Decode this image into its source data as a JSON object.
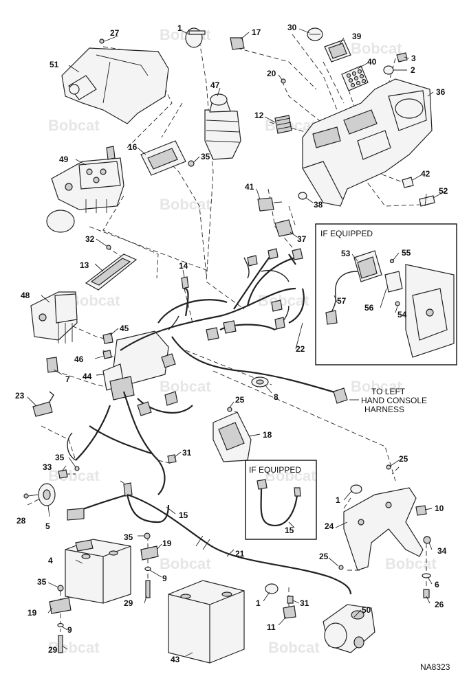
{
  "diagram": {
    "code": "NA8323",
    "watermark": "Bobcat",
    "annotations": {
      "if_equipped_1": "IF EQUIPPED",
      "if_equipped_2": "IF EQUIPPED",
      "to_left_1": "TO LEFT",
      "to_left_2": "HAND CONSOLE",
      "to_left_3": "HARNESS"
    },
    "callouts": [
      "1",
      "2",
      "3",
      "4",
      "5",
      "6",
      "7",
      "8",
      "9",
      "10",
      "11",
      "12",
      "13",
      "14",
      "15",
      "16",
      "17",
      "19",
      "20",
      "21",
      "22",
      "23",
      "24",
      "25",
      "26",
      "27",
      "28",
      "29",
      "30",
      "31",
      "32",
      "33",
      "34",
      "35",
      "36",
      "37",
      "38",
      "39",
      "40",
      "41",
      "42",
      "43",
      "44",
      "45",
      "46",
      "47",
      "48",
      "49",
      "50",
      "51",
      "52",
      "53",
      "54",
      "55",
      "56",
      "57",
      "18"
    ]
  }
}
